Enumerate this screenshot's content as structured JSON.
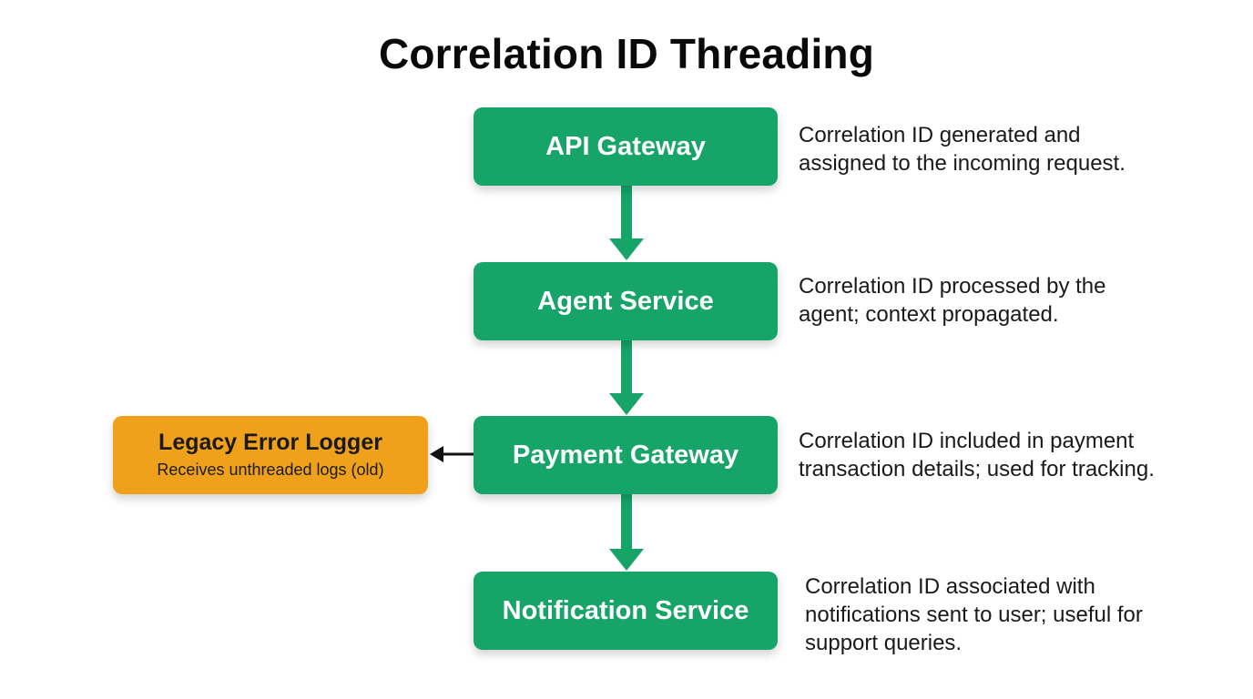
{
  "title": "Correlation ID Threading",
  "nodes": [
    {
      "label": "API Gateway",
      "description": "Correlation ID generated and\nassigned to the incoming request."
    },
    {
      "label": "Agent Service",
      "description": "Correlation ID processed by the\nagent; context propagated."
    },
    {
      "label": "Payment Gateway",
      "description": "Correlation ID included in payment\ntransaction details; used for tracking."
    },
    {
      "label": "Notification Service",
      "description": "Correlation ID associated with\nnotifications sent to user; useful for\nsupport queries."
    }
  ],
  "legacy": {
    "title": "Legacy Error Logger",
    "subtitle": "Receives unthreaded logs (old)"
  },
  "colors": {
    "service": "#16a469",
    "legacy": "#f0a11c",
    "arrow_main": "#16a469",
    "arrow_side": "#111111"
  }
}
